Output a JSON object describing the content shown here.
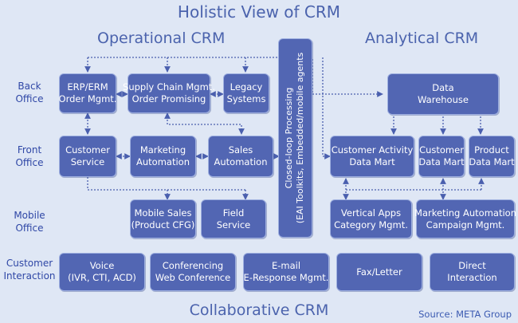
{
  "title": "Holistic View of CRM",
  "sections": {
    "operational": "Operational CRM",
    "analytical": "Analytical CRM",
    "collaborative": "Collaborative CRM"
  },
  "row_labels": {
    "back_office": [
      "Back",
      "Office"
    ],
    "front_office": [
      "Front",
      "Office"
    ],
    "mobile_office": [
      "Mobile",
      "Office"
    ],
    "customer_interaction": [
      "Customer",
      "Interaction"
    ]
  },
  "boxes": {
    "erp": [
      "ERP/ERM",
      "Order Mgmt."
    ],
    "supply_chain": [
      "Supply Chain Mgmt.",
      "Order Promising"
    ],
    "legacy": [
      "Legacy",
      "Systems"
    ],
    "customer_service": [
      "Customer",
      "Service"
    ],
    "marketing_automation": [
      "Marketing",
      "Automation"
    ],
    "sales_automation": [
      "Sales",
      "Automation"
    ],
    "mobile_sales": [
      "Mobile Sales",
      "(Product CFG)"
    ],
    "field_service": [
      "Field",
      "Service"
    ],
    "closed_loop": [
      "Closed-loop Processing",
      "(EAI Toolkits, Embedded/mobile agents"
    ],
    "data_warehouse": [
      "Data",
      "Warehouse"
    ],
    "customer_activity": [
      "Customer Activity",
      "Data Mart"
    ],
    "customer_data_mart": [
      "Customer",
      "Data Mart"
    ],
    "product_data_mart": [
      "Product",
      "Data Mart"
    ],
    "vertical_apps": [
      "Vertical Apps",
      "Category Mgmt."
    ],
    "marketing_campaign": [
      "Marketing Automation",
      "Campaign Mgmt."
    ],
    "voice": [
      "Voice",
      "(IVR, CTI, ACD)"
    ],
    "conferencing": [
      "Conferencing",
      "Web Conference"
    ],
    "email": [
      "E-mail",
      "E-Response Mgmt."
    ],
    "fax": [
      "Fax/Letter"
    ],
    "direct": [
      "Direct",
      "Interaction"
    ]
  },
  "source": "Source: META Group"
}
